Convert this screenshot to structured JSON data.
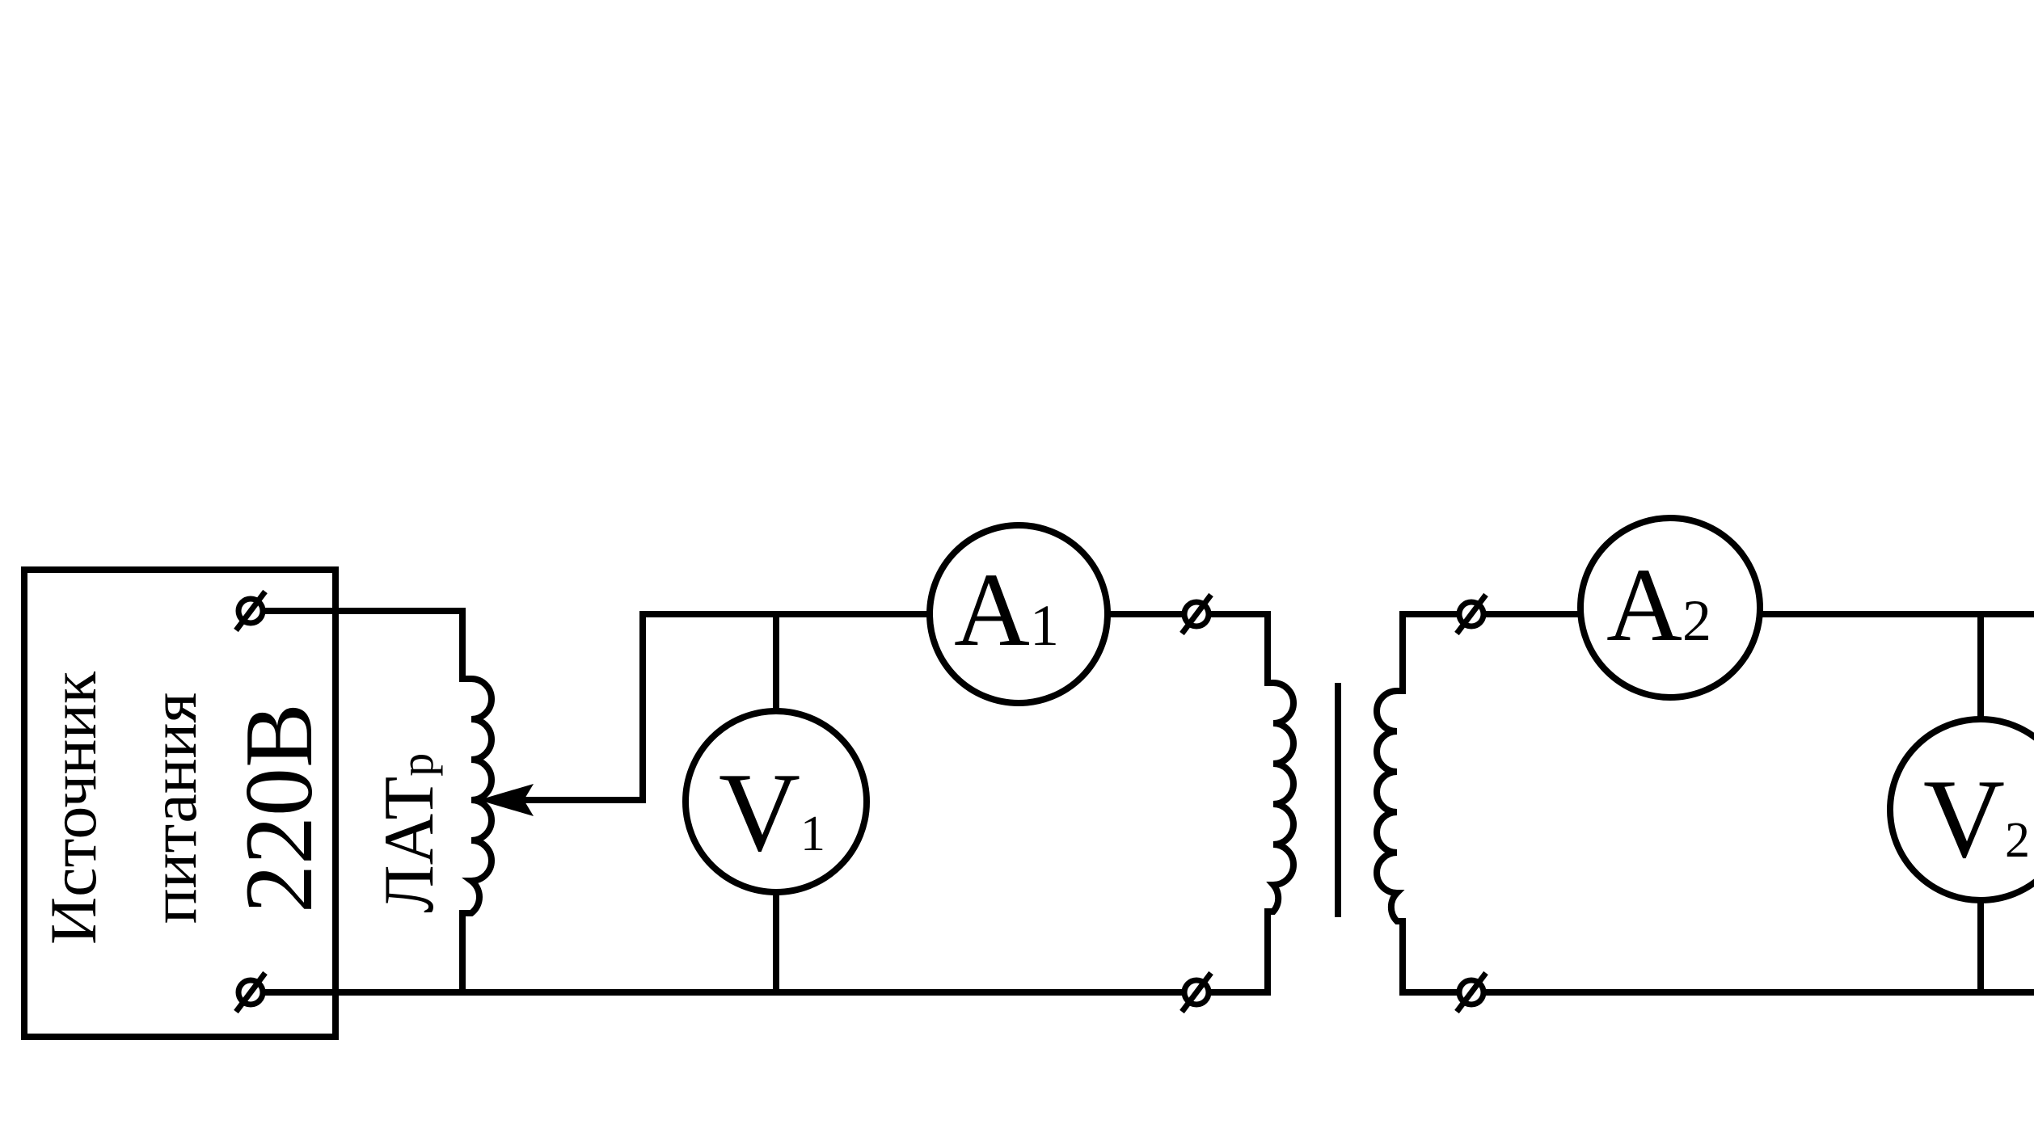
{
  "source": {
    "line1": "Источник",
    "line2": "питания",
    "voltage": "220В"
  },
  "autotransformer": {
    "label_main": "ЛАТ",
    "label_sub": "р"
  },
  "meters": {
    "A1": {
      "letter": "A",
      "index": "1"
    },
    "V1": {
      "letter": "V",
      "index": "1"
    },
    "A2": {
      "letter": "A",
      "index": "2"
    },
    "V2": {
      "letter": "V",
      "index": "2"
    }
  }
}
